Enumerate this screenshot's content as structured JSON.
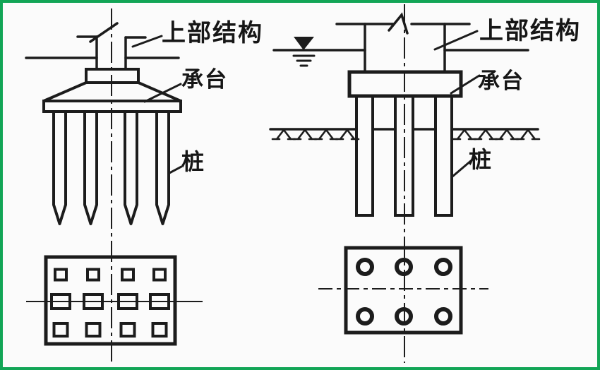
{
  "colors": {
    "border": "#12a556",
    "ink": "#1c1c1c",
    "background": "#fbfbfb"
  },
  "left_diagram": {
    "labels": {
      "superstructure": "上部结构",
      "pile_cap": "承台",
      "pile": "桩"
    },
    "elevation": {
      "pile_count": 4,
      "pile_tip": "pointed"
    },
    "plan": {
      "rows": 3,
      "cols": 4,
      "marker": "square",
      "marker_count": 12
    }
  },
  "right_diagram": {
    "labels": {
      "superstructure": "上部结构",
      "pile_cap": "承台",
      "pile": "桩"
    },
    "elevation": {
      "pile_count": 3,
      "pile_tip": "flat",
      "has_water_level_symbol": true,
      "has_ground_line": true
    },
    "plan": {
      "rows": 2,
      "cols": 3,
      "marker": "circle",
      "marker_count": 6
    }
  }
}
